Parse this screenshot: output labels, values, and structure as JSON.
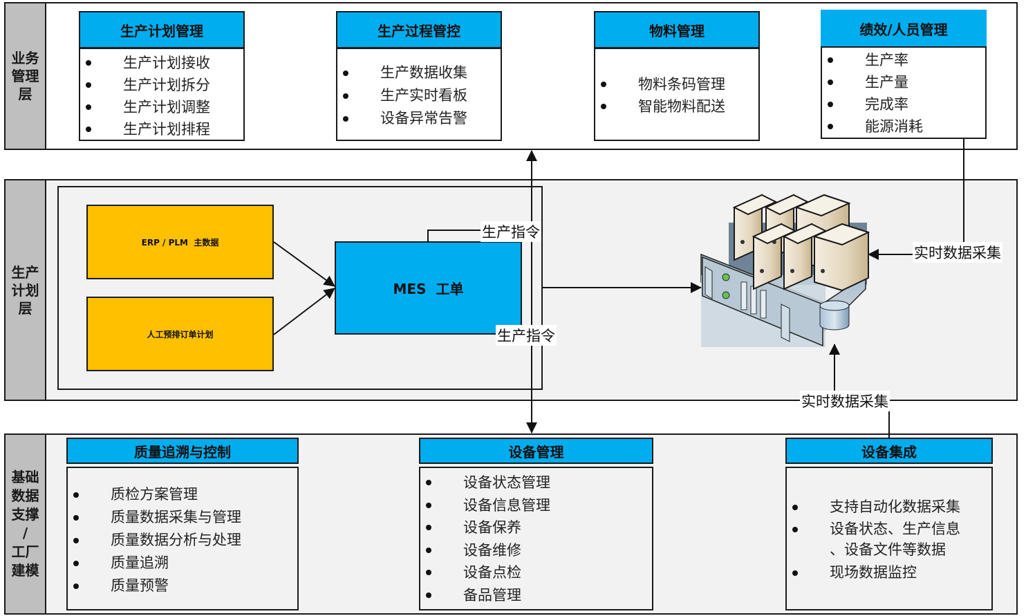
{
  "layers": {
    "business": {
      "label": "业务\n管理\n层"
    },
    "planning": {
      "label": "生产\n计划\n层"
    },
    "foundation": {
      "label": "基础\n数据\n支撑\n/\n工厂\n建模"
    }
  },
  "business_modules": [
    {
      "title": "生产计划管理",
      "items": [
        "生产计划接收",
        "生产计划拆分",
        "生产计划调整",
        "生产计划排程"
      ]
    },
    {
      "title": "生产过程管控",
      "items": [
        "生产数据收集",
        "生产实时看板",
        "设备异常告警"
      ]
    },
    {
      "title": "物料管理",
      "items": [
        "物料条码管理",
        "智能物料配送"
      ]
    },
    {
      "title": "绩效/人员管理",
      "items": [
        "生产率",
        "生产量",
        "完成率",
        "能源消耗"
      ]
    }
  ],
  "planning": {
    "sources": [
      "ERP / PLM  主数据",
      "人工预排订单计划"
    ],
    "mes": "MES  工单",
    "server_icon": "server-cluster-icon",
    "labels": {
      "command_up": "生产指令",
      "command_down": "生产指令",
      "realtime_right": "实时数据采集",
      "realtime_bottom": "实时数据采集"
    }
  },
  "foundation_modules": [
    {
      "title": "质量追溯与控制",
      "items": [
        "质检方案管理",
        "质量数据采集与管理",
        "质量数据分析与处理",
        "质量追溯",
        "质量预警"
      ]
    },
    {
      "title": "设备管理",
      "items": [
        "设备状态管理",
        "设备信息管理",
        "设备保养",
        "设备维修",
        "设备点检",
        "备品管理"
      ]
    },
    {
      "title": "设备集成",
      "items": [
        "支持自动化数据采集",
        "设备状态、生产信息\n、设备文件等数据",
        "现场数据监控"
      ]
    }
  ],
  "colors": {
    "module_header": "#00adef",
    "source_box": "#ffc000",
    "layer_label": "#bfbfbf",
    "panel_grey": "#f2f2f2"
  }
}
